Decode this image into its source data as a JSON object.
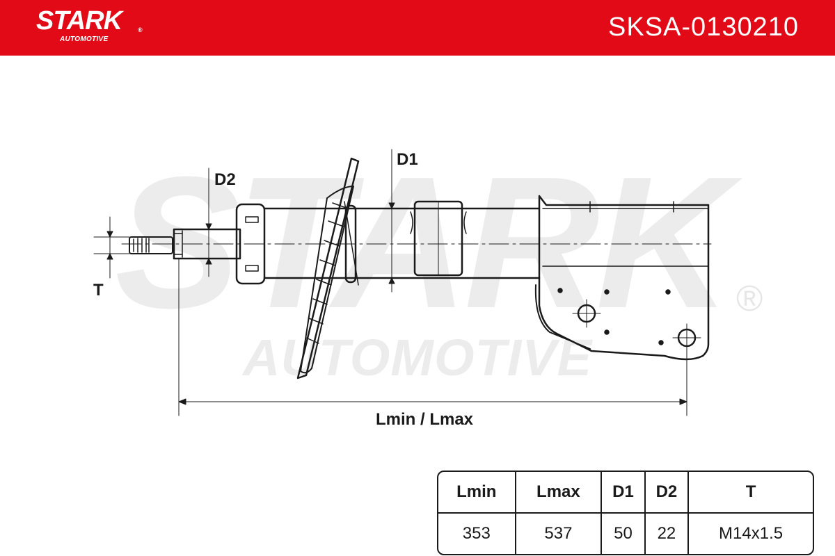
{
  "header": {
    "brand": "STARK",
    "brand_registered": "®",
    "brand_sub": "AUTOMOTIVE",
    "part_number": "SKSA-0130210",
    "background_color": "#e20a17"
  },
  "watermark": {
    "main": "STARK",
    "sub": "AUTOMOTIVE",
    "registered": "®"
  },
  "diagram": {
    "labels": {
      "d1": "D1",
      "d2": "D2",
      "t": "T",
      "length": "Lmin / Lmax"
    }
  },
  "specs": {
    "headers": [
      "Lmin",
      "Lmax",
      "D1",
      "D2",
      "T"
    ],
    "values": [
      "353",
      "537",
      "50",
      "22",
      "M14x1.5"
    ]
  }
}
